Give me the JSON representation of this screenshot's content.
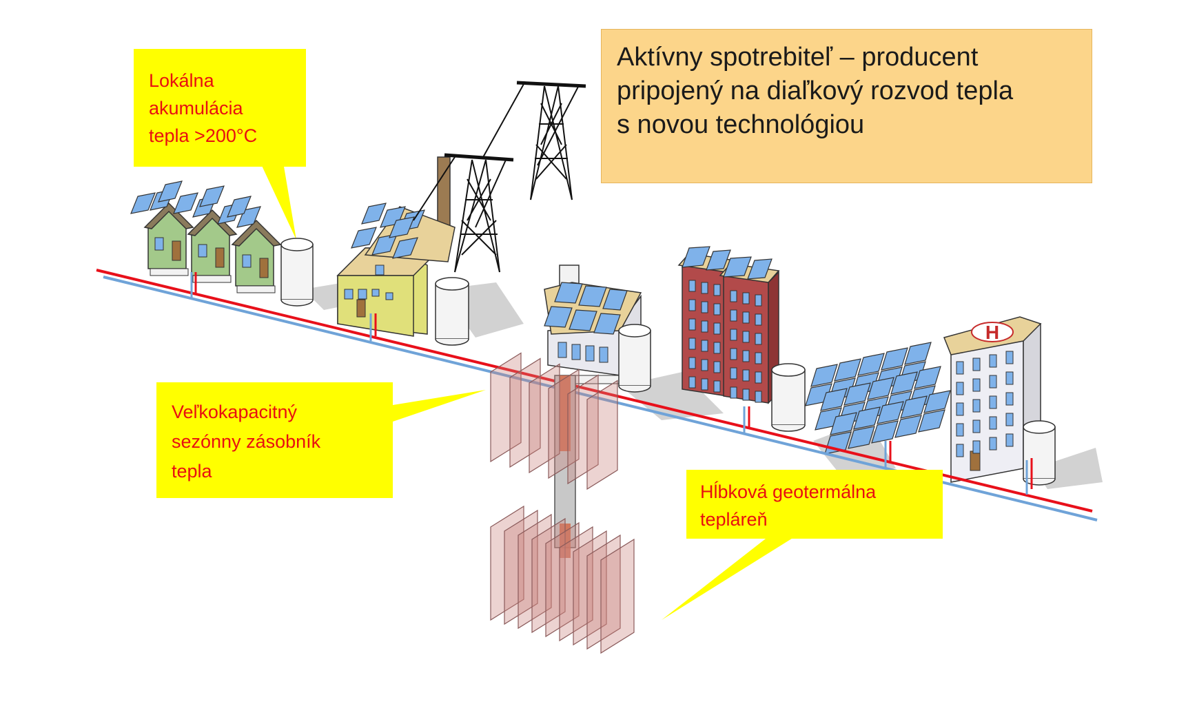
{
  "title": {
    "lines": [
      "Aktívny spotrebiteľ – producent",
      "pripojený na diaľkový rozvod tepla",
      "s novou technológiou"
    ]
  },
  "callouts": {
    "local_storage": {
      "lines": [
        "Lokálna",
        "akumulácia",
        "tepla >200°C"
      ]
    },
    "seasonal_storage": {
      "lines": [
        "Veľkokapacitný",
        "sezónny zásobník",
        "tepla"
      ]
    },
    "geothermal": {
      "lines": [
        "Hĺbková geotermálna",
        "tepláreň"
      ]
    }
  },
  "helipad": {
    "label": "H"
  },
  "colors": {
    "callout_bg": "#ffff00",
    "callout_text": "#e81010",
    "title_bg": "#fcd58a",
    "supply_pipe": "#e8101a",
    "return_pipe": "#6fa3d8",
    "solar_panel": "#7fb2ea"
  }
}
